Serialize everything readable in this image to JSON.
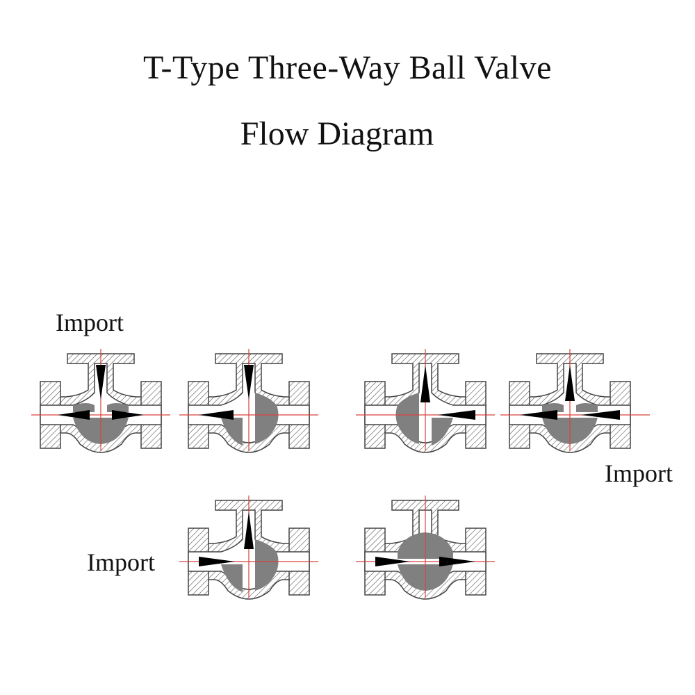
{
  "title": "T-Type Three-Way Ball Valve",
  "subtitle": "Flow Diagram",
  "labels": {
    "import_top_left": "Import",
    "import_right": "Import",
    "import_bottom_left": "Import"
  },
  "colors": {
    "body_outline": "#444444",
    "hatch": "#555555",
    "ball": "#808080",
    "centerline": "#d9413c",
    "arrow": "#000000"
  },
  "valves": [
    {
      "name": "valve-1",
      "ball_bore": "T (left, right, top)",
      "flow": [
        "top in",
        "left out",
        "right out"
      ]
    },
    {
      "name": "valve-2",
      "ball_bore": "L (top, left)",
      "flow": [
        "top in",
        "left out"
      ]
    },
    {
      "name": "valve-3",
      "ball_bore": "L (top, right)",
      "flow": [
        "right in",
        "top out"
      ]
    },
    {
      "name": "valve-4",
      "ball_bore": "T (left, right, top)",
      "flow": [
        "right in",
        "left out",
        "top out"
      ]
    },
    {
      "name": "valve-5",
      "ball_bore": "L (left, top)",
      "flow": [
        "left in",
        "top out"
      ]
    },
    {
      "name": "valve-6",
      "ball_bore": "straight (left, right)",
      "flow": [
        "left in",
        "right out"
      ]
    }
  ]
}
